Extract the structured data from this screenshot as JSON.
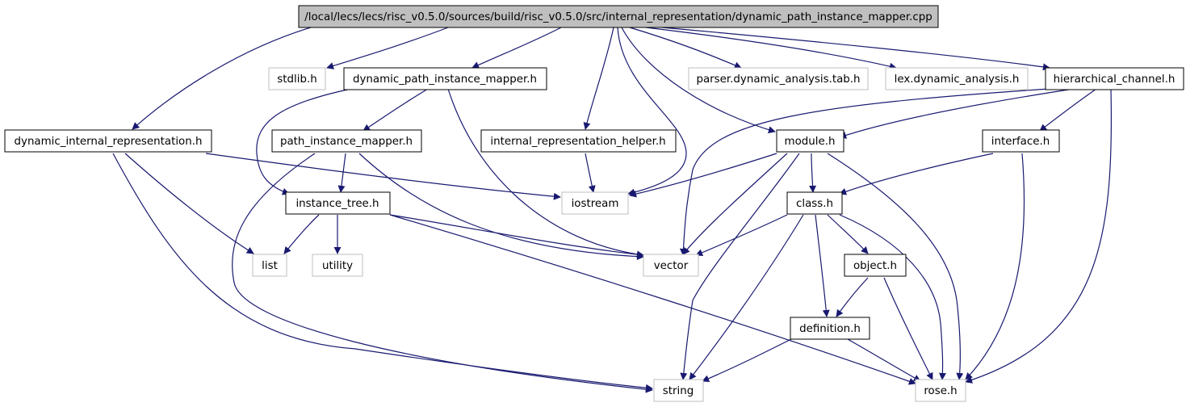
{
  "colors": {
    "edge": "#191970",
    "node_border": "#000000",
    "system_border": "#bfbfbf",
    "root_fill": "#bfbfbf",
    "node_fill": "#ffffff"
  },
  "nodes": {
    "root": "/local/lecs/lecs/risc_v0.5.0/sources/build/risc_v0.5.0/src/internal_representation/dynamic_path_instance_mapper.cpp",
    "stdlib": "stdlib.h",
    "dpim": "dynamic_path_instance_mapper.h",
    "parser": "parser.dynamic_analysis.tab.h",
    "lex": "lex.dynamic_analysis.h",
    "hier": "hierarchical_channel.h",
    "dir": "dynamic_internal_representation.h",
    "pim": "path_instance_mapper.h",
    "irh": "internal_representation_helper.h",
    "module": "module.h",
    "interface": "interface.h",
    "iostream": "iostream",
    "itree": "instance_tree.h",
    "class": "class.h",
    "list": "list",
    "utility": "utility",
    "vector": "vector",
    "object": "object.h",
    "definition": "definition.h",
    "string": "string",
    "rose": "rose.h"
  }
}
